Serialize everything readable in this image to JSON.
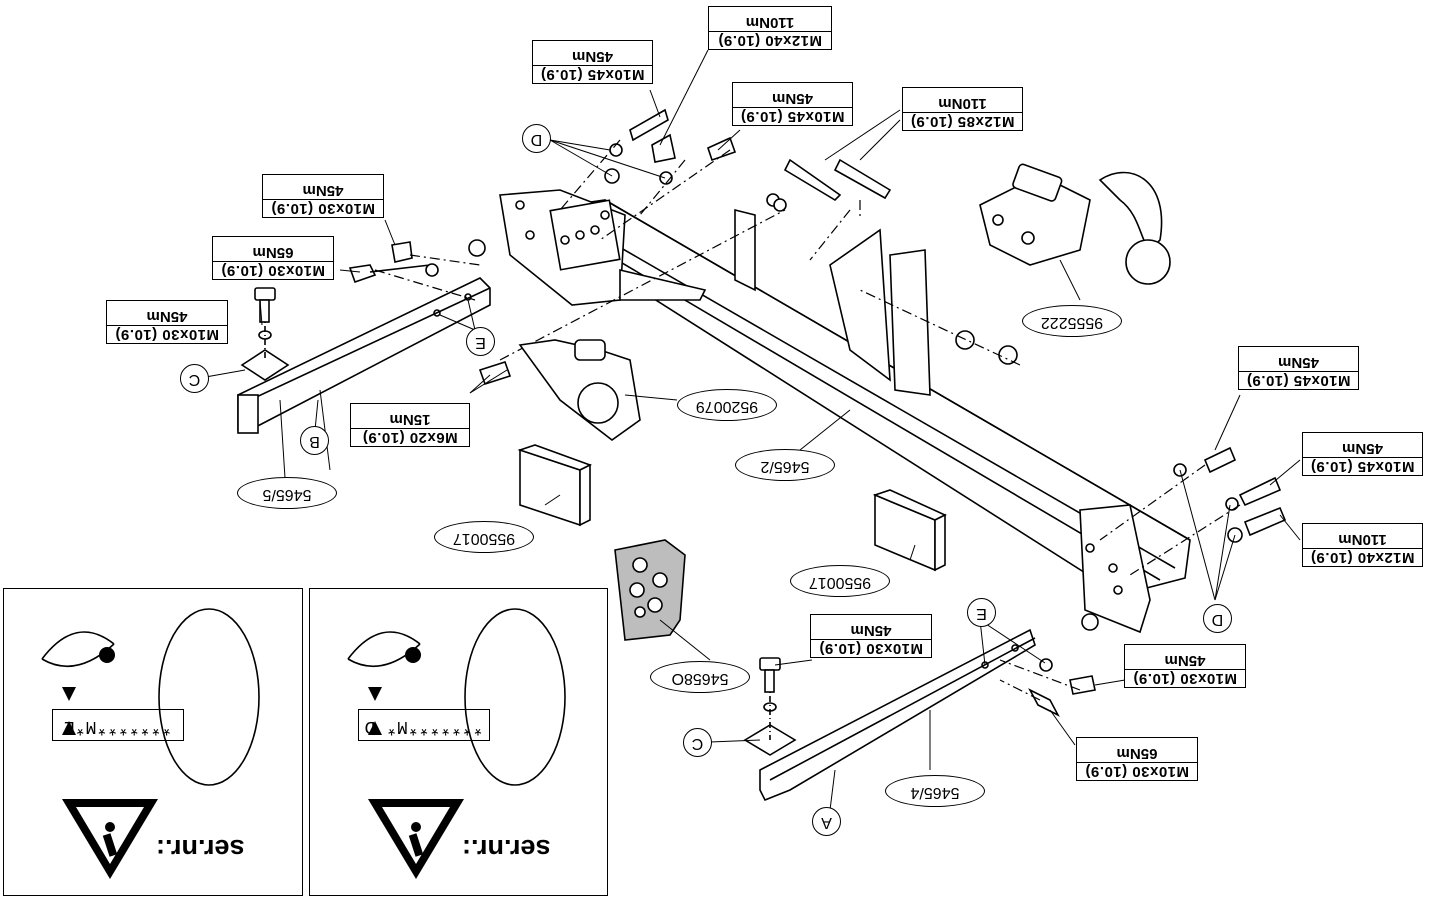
{
  "bolts": {
    "top_m12x40": {
      "spec": "M12x40 (10.9)",
      "torque": "110Nm"
    },
    "top_m10x45_left": {
      "spec": "M10x45 (10.9)",
      "torque": "45Nm"
    },
    "top_m10x45_right": {
      "spec": "M10x45 (10.9)",
      "torque": "45Nm"
    },
    "top_m12x85": {
      "spec": "M12x85 (10.9)",
      "torque": "110Nm"
    },
    "left_m10x30_45": {
      "spec": "M10x30 (10.9)",
      "torque": "45Nm"
    },
    "left_m10x30_65": {
      "spec": "M10x30 (10.9)",
      "torque": "65Nm"
    },
    "left_m10x30_stud": {
      "spec": "M10x30 (10.9)",
      "torque": "45Nm"
    },
    "socket_m6x20": {
      "spec": "M6x20 (10.9)",
      "torque": "15Nm"
    },
    "right_m10x45_a": {
      "spec": "M10x45 (10.9)",
      "torque": "45Nm"
    },
    "right_m10x45_b": {
      "spec": "M10x45 (10.9)",
      "torque": "45Nm"
    },
    "right_m12x40": {
      "spec": "M12x40 (10.9)",
      "torque": "110Nm"
    },
    "lower_m10x30_45": {
      "spec": "M10x30 (10.9)",
      "torque": "45Nm"
    },
    "lower_right_m10x30_45": {
      "spec": "M10x30 (10.9)",
      "torque": "45Nm"
    },
    "lower_right_m10x30_65": {
      "spec": "M10x30 (10.9)",
      "torque": "65Nm"
    }
  },
  "parts": {
    "tow_ball": "9555222",
    "socket_plate": "9520079",
    "main_crossbar": "5465/2",
    "left_side_arm": "5465/5",
    "right_side_arm": "5465/4",
    "electric_kit_left": "9550017",
    "electric_kit_right": "9550017",
    "hardware_bag": "54658O"
  },
  "tags": {
    "c1": "C",
    "c2": "C",
    "b": "B",
    "a": "A",
    "d1": "D",
    "d2": "D",
    "e1": "E",
    "e2": "E"
  },
  "serial_panels": {
    "left": {
      "label": "ser.nr.:",
      "stamp": "*******M*E"
    },
    "right": {
      "label": "ser.nr.:",
      "stamp": "*******M* D"
    }
  },
  "colors": {
    "line": "#000000",
    "shade": "#bdbdbd",
    "background": "#ffffff"
  }
}
